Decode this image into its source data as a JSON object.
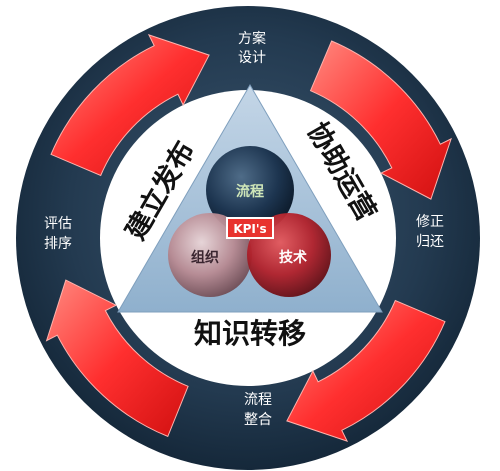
{
  "ring_labels": {
    "top": [
      "方案",
      "设计"
    ],
    "right": [
      "修正",
      "归还"
    ],
    "bottom": [
      "流程",
      "整合"
    ],
    "left": [
      "评估",
      "排序"
    ]
  },
  "triangle_sides": {
    "left": "建立发布",
    "right": "协助运营",
    "bottom": "知识转移"
  },
  "circles": {
    "top": "流程",
    "left": "组织",
    "right": "技术"
  },
  "kpi_badge": "KPI's",
  "colors": {
    "ring": "#1f3447",
    "arrow": "#ff3b3b",
    "triangle": "#a9c3da",
    "circle_top": "#183047",
    "circle_left": "#b78a92",
    "circle_right": "#b8222a",
    "kpi": "#e8322e"
  }
}
